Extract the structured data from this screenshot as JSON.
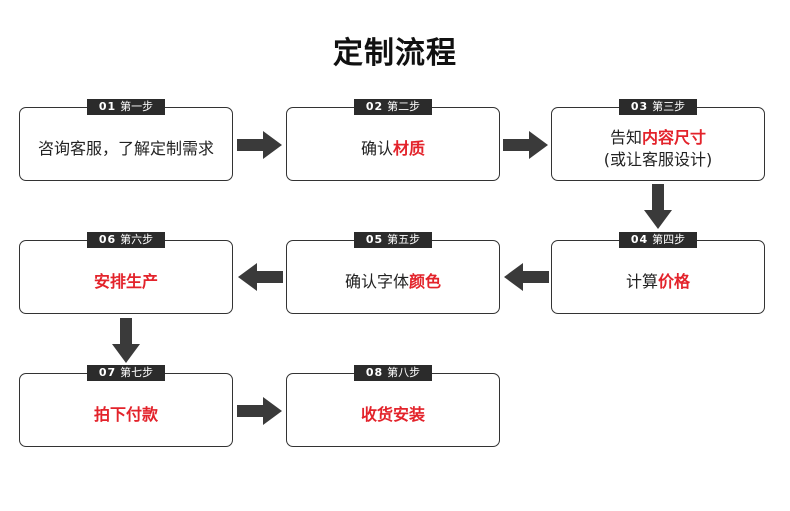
{
  "title": "定制流程",
  "steps": [
    {
      "num": "01",
      "label": "第一步",
      "text_plain": "咨询客服，了解定制需求",
      "text_highlight": ""
    },
    {
      "num": "02",
      "label": "第二步",
      "text_plain": "确认",
      "text_highlight": "材质"
    },
    {
      "num": "03",
      "label": "第三步",
      "text_plain": "告知",
      "text_highlight": "内容尺寸",
      "text_line2": "(或让客服设计)"
    },
    {
      "num": "04",
      "label": "第四步",
      "text_plain": "计算",
      "text_highlight": "价格"
    },
    {
      "num": "05",
      "label": "第五步",
      "text_plain": "确认字体",
      "text_highlight": "颜色"
    },
    {
      "num": "06",
      "label": "第六步",
      "text_plain": "",
      "text_highlight": "安排生产"
    },
    {
      "num": "07",
      "label": "第七步",
      "text_plain": "",
      "text_highlight": "拍下付款"
    },
    {
      "num": "08",
      "label": "第八步",
      "text_plain": "",
      "text_highlight": "收货安装"
    }
  ],
  "colors": {
    "highlight": "#e3232b",
    "badge_bg": "#2b2b2b",
    "arrow": "#3a3a3a"
  },
  "arrow_icons": [
    "arrow-right-icon",
    "arrow-right-icon",
    "arrow-down-icon",
    "arrow-left-icon",
    "arrow-left-icon",
    "arrow-down-icon",
    "arrow-right-icon"
  ]
}
